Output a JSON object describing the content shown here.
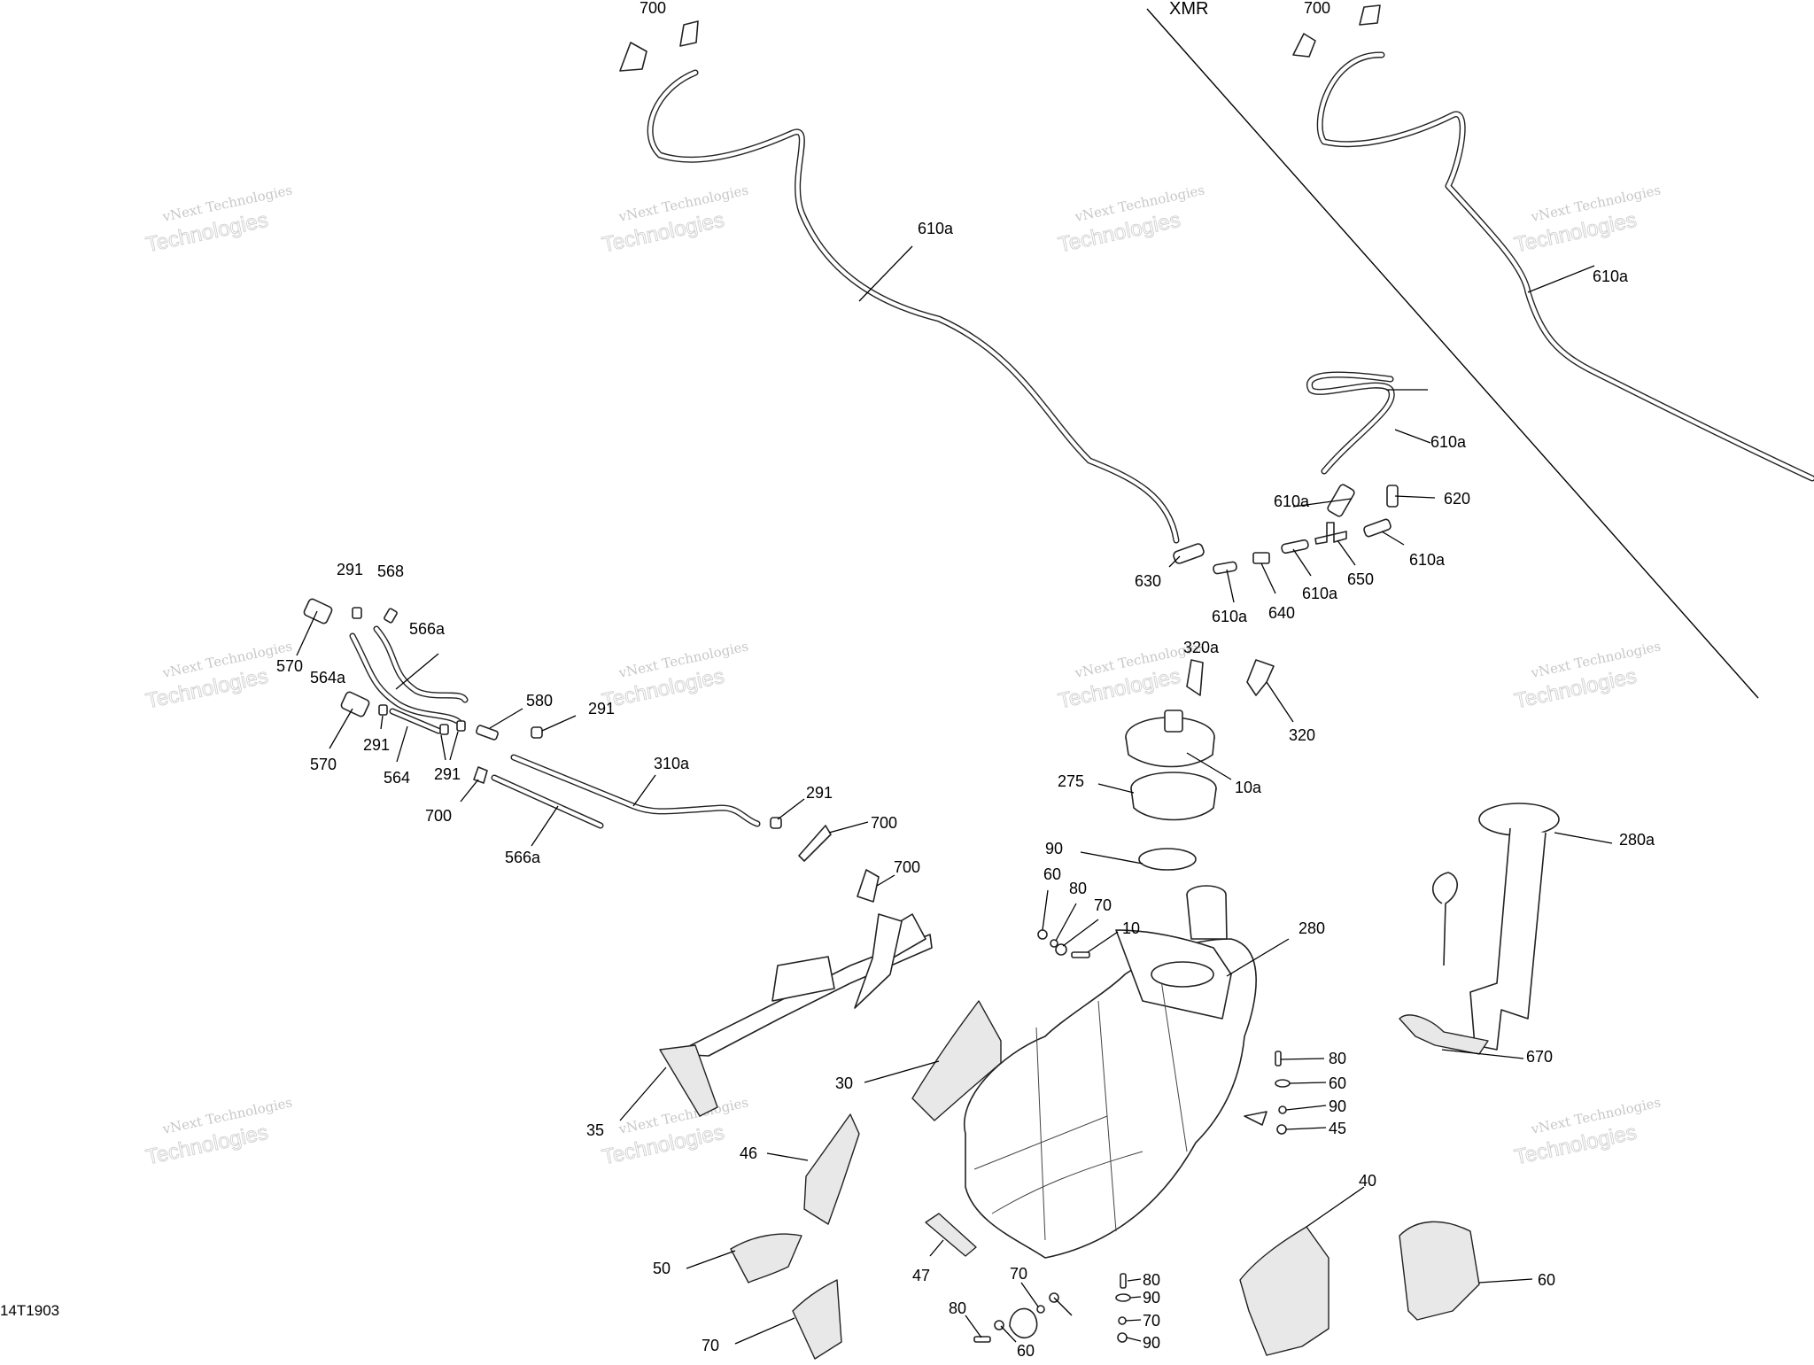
{
  "diagram": {
    "drawing_code": "14T1903",
    "variant_label": "XMR",
    "watermark": {
      "line1": "vNext Technologies",
      "line2": "Technologies"
    },
    "callouts": [
      "700",
      "700",
      "610a",
      "610a",
      "610a",
      "610a",
      "620",
      "630",
      "610a",
      "640",
      "610a",
      "650",
      "610a",
      "291",
      "568",
      "566a",
      "570",
      "564a",
      "570",
      "291",
      "564",
      "291",
      "580",
      "291",
      "310a",
      "700",
      "566a",
      "291",
      "700",
      "700",
      "320a",
      "320",
      "10a",
      "275",
      "90",
      "60",
      "80",
      "70",
      "10",
      "280",
      "280a",
      "670",
      "35",
      "30",
      "46",
      "50",
      "47",
      "70",
      "80",
      "60",
      "90",
      "45",
      "40",
      "60",
      "70",
      "80",
      "90",
      "70",
      "80",
      "60",
      "90"
    ]
  }
}
